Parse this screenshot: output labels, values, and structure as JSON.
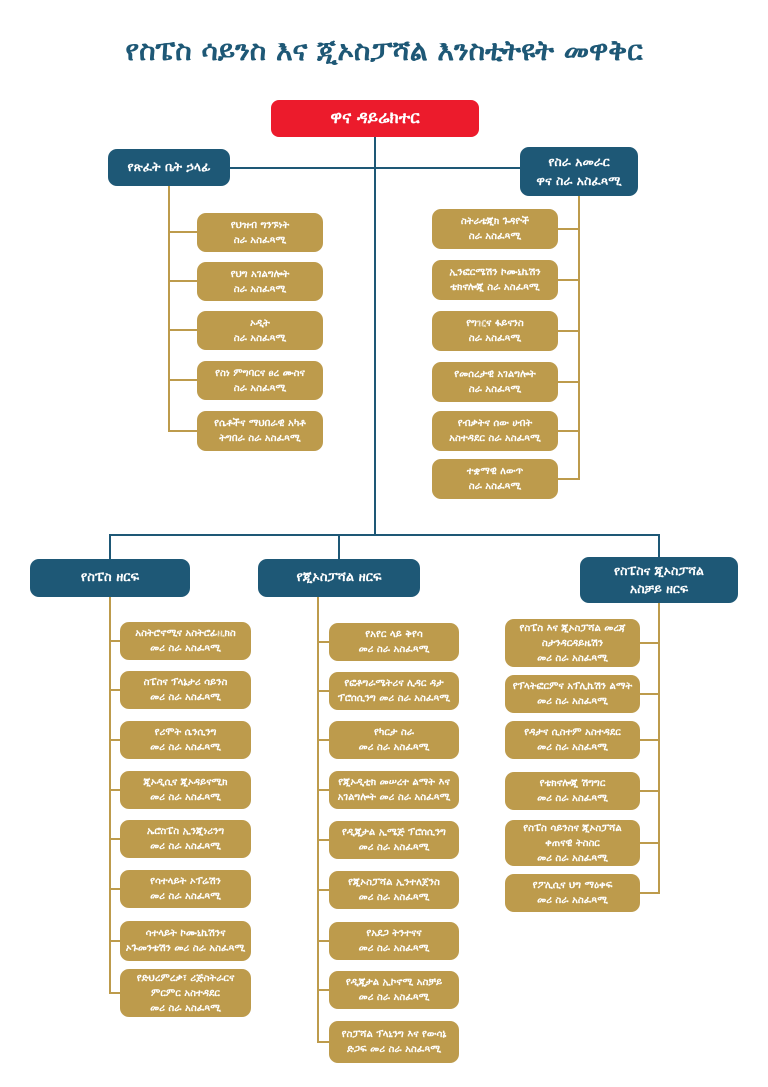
{
  "title": "የስፔስ ሳይንስ እና ጂኦስፓሻል እንስቲትዩት መዋቅር",
  "colors": {
    "primary_blue": "#1E5876",
    "gold": "#BD9B4C",
    "red": "#EC1B2C",
    "text_on_box": "#FFFFFF"
  },
  "org": {
    "root": {
      "label": "ዋና ዳይሬክተር"
    },
    "office_head": {
      "label": "የጽፈት ቤት ኃላፊ",
      "children": [
        {
          "label": "የህዝብ ግንኙነት\nስራ አስፈጻሚ"
        },
        {
          "label": "የህግ አገልግሎት\nስራ አስፈጻሚ"
        },
        {
          "label": "ኦዲት\nስራ አስፈጻሚ"
        },
        {
          "label": "የስነ ምግባርና ፀረ ሙስና\nስራ አስፈጻሚ"
        },
        {
          "label": "የሴቶችና ማህበራዊ አካቶ\nትግበራ ስራ አስፈጻሚ"
        }
      ]
    },
    "management": {
      "label": "የስራ አመራር\nዋና ስራ አስፈጻሚ",
      "children": [
        {
          "label": "ስትራቴጂክ ጉዳዮች\nስራ አስፈጻሚ"
        },
        {
          "label": "ኢንፎርሜሽን ኮሙኒኬሽን\nቴክኖሎጂ ስራ አስፈጻሚ"
        },
        {
          "label": "የግዢና ፋይናንስ\nስራ አስፈጻሚ"
        },
        {
          "label": "የመሰረታዊ አገልግሎት\nስራ አስፈጻሚ"
        },
        {
          "label": "የብቃትና ሰው ሀብት\nአስተዳደር ስራ አስፈጻሚ"
        },
        {
          "label": "ተቋማዊ ለውጥ\nስራ አስፈጻሚ"
        }
      ]
    },
    "sectors": [
      {
        "label": "የስፔስ ዘርፍ",
        "children": [
          {
            "label": "አስትሮኖሚና አስትሮፊዚክስ\nመሪ ስራ አስፈጻሚ"
          },
          {
            "label": "ስፔስና ፕላኔታሪ ሳይንስ\nመሪ ስራ አስፈጻሚ"
          },
          {
            "label": "የሪሞት ሴንሲንግ\nመሪ ስራ አስፈጻሚ"
          },
          {
            "label": "ጂኦዲሲና ጂኦዳይናሚክ\nመሪ ስራ አስፈጻሚ"
          },
          {
            "label": "ኤሮስፔስ ኢንጂነሪንግ\nመሪ ስራ አስፈጻሚ"
          },
          {
            "label": "የሳተላይት ኦፕሬሽን\nመሪ ስራ አስፈጻሚ"
          },
          {
            "label": "ሳተላይት ኮሙኒኬሽንና\nኦጉመንቴሽን መሪ ስራ አስፈጻሚ"
          },
          {
            "label": "የድህረምረቃ፣ ሪጅስትራርና\nምርምር አስተዳደር\nመሪ ስራ አስፈጻሚ"
          }
        ]
      },
      {
        "label": "የጂኦስፓሻል ዘርፍ",
        "children": [
          {
            "label": "የአየር ላይ ቅየሳ\nመሪ ስራ አስፈጻሚ"
          },
          {
            "label": "የፎቶግራሜትሪና ሊዳር ዳታ\nፕሮሰሲንግ መሪ ስራ አስፈጻሚ"
          },
          {
            "label": "የካርታ ስራ\nመሪ ስራ አስፈጻሚ"
          },
          {
            "label": "የጂኦዲቲክ መሠረተ ልማት እና\nአገልግሎት መሪ ስራ አስፈጻሚ"
          },
          {
            "label": "የዲጂታል ኢሜጅ ፕሮሰሲንግ\nመሪ ስራ አስፈጻሚ"
          },
          {
            "label": "የጂኦስፓሻል ኢንተለጀንስ\nመሪ ስራ አስፈጻሚ"
          },
          {
            "label": "የአደጋ ትንተናና\nመሪ ስራ አስፈጻሚ"
          },
          {
            "label": "የዲጂታል ኢኮኖሚ አስቻይ\nመሪ ስራ አስፈጻሚ"
          },
          {
            "label": "የስፓሻል ፕላኒንግ እና የውሳኔ\nድጋፍ መሪ ስራ አስፈጻሚ"
          }
        ]
      },
      {
        "label": "የስፔስና ጂኦስፓሻል\nአስቻይ ዘርፍ",
        "children": [
          {
            "label": "የስፔስ እና ጂኦስፓሻል መረጃ\nስታንዳርዳይዜሽን\nመሪ ስራ አስፈጻሚ"
          },
          {
            "label": "የፕላትፎርምና አፕሊኬሽን ልማት\nመሪ ስራ አስፈጻሚ"
          },
          {
            "label": "የዳታና ሲስተም አስተዳደር\nመሪ ስራ አስፈጻሚ"
          },
          {
            "label": "የቴክኖሎጂ ሽግግር\nመሪ ስራ አስፈጻሚ"
          },
          {
            "label": "የስፔስ ሳይንስና ጂኦስፓሻል\nቀጠናዊ ትስስር\nመሪ ስራ አስፈጻሚ"
          },
          {
            "label": "የፖሊሲና ህግ ማዕቀፍ\nመሪ ስራ አስፈጻሚ"
          }
        ]
      }
    ]
  }
}
